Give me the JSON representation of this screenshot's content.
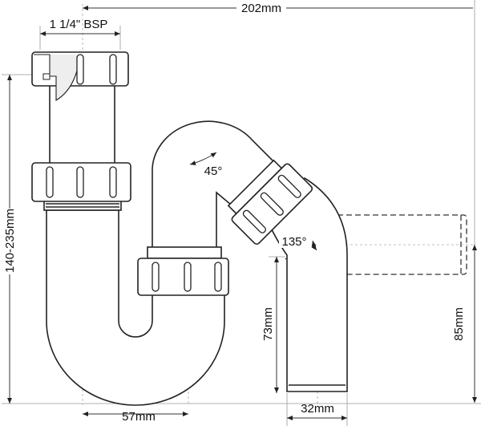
{
  "dimensions": {
    "overall_width": "202mm",
    "thread": "1 1/4\" BSP",
    "height_range": "140-235mm",
    "offset": "57mm",
    "outlet_length": "73mm",
    "outlet_diameter": "32mm",
    "outlet_height": "85mm"
  },
  "angles": {
    "bend": "45°",
    "elbow": "135°"
  }
}
